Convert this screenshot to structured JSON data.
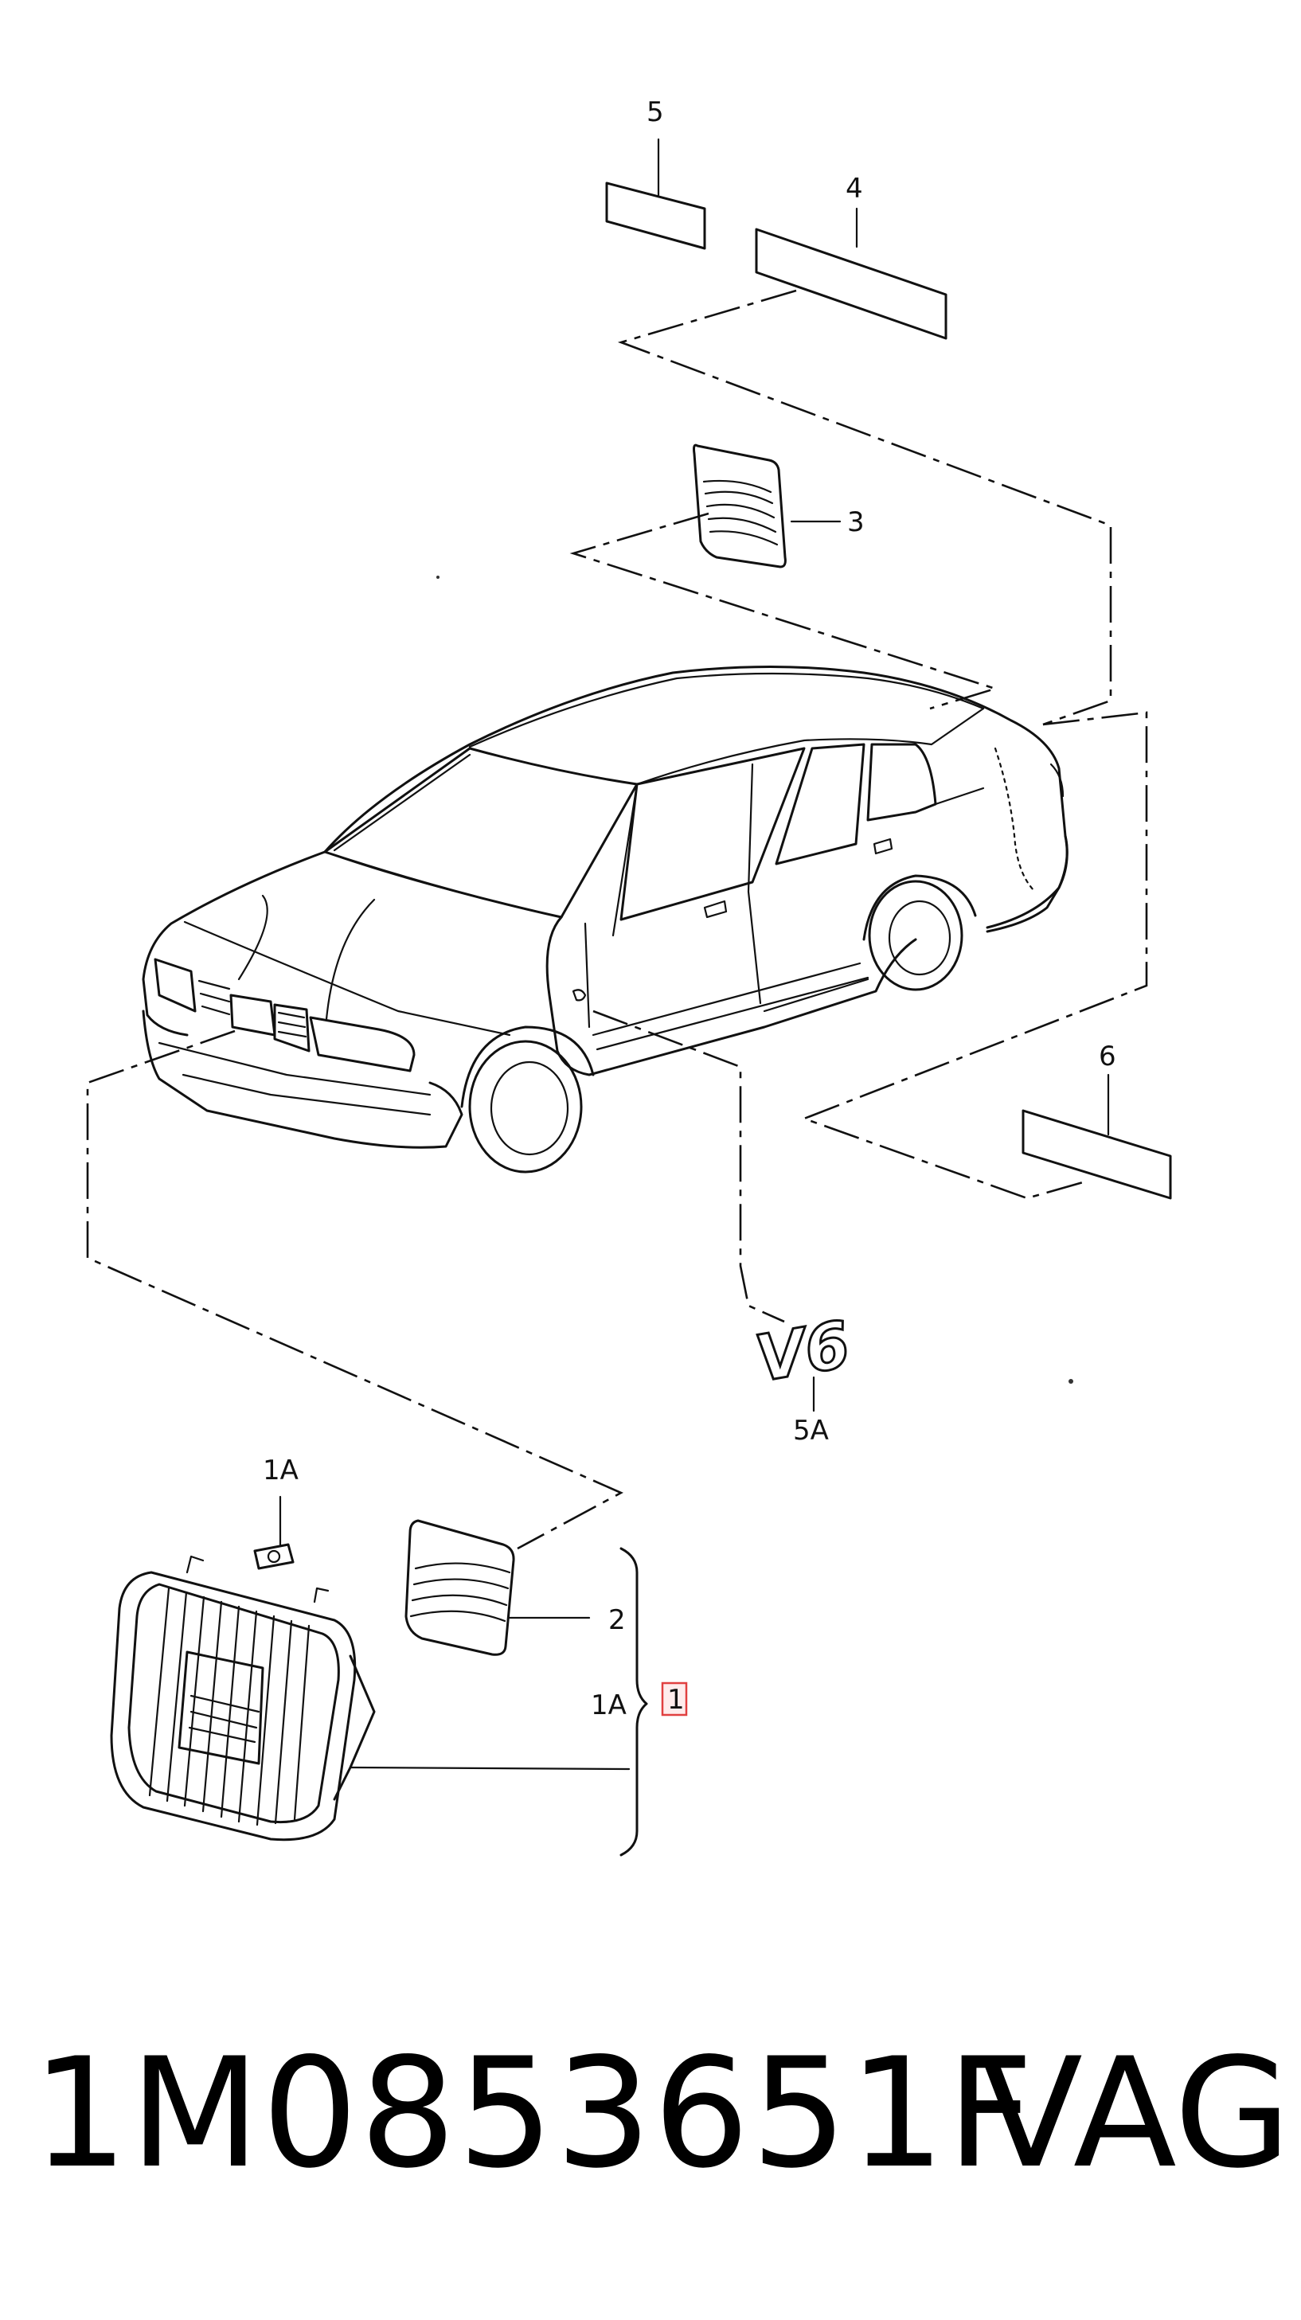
{
  "callouts": {
    "c5": "5",
    "c4": "4",
    "c3": "3",
    "c6": "6",
    "c5a": "5A",
    "c1a_top": "1A",
    "c2": "2",
    "c1a_side": "1A",
    "c1": "1"
  },
  "badge_v6": "V6",
  "footer": {
    "part_number": "1M0853651F",
    "brand": "VAG"
  },
  "colors": {
    "line": "#111111",
    "highlight_box": "#e04040"
  }
}
